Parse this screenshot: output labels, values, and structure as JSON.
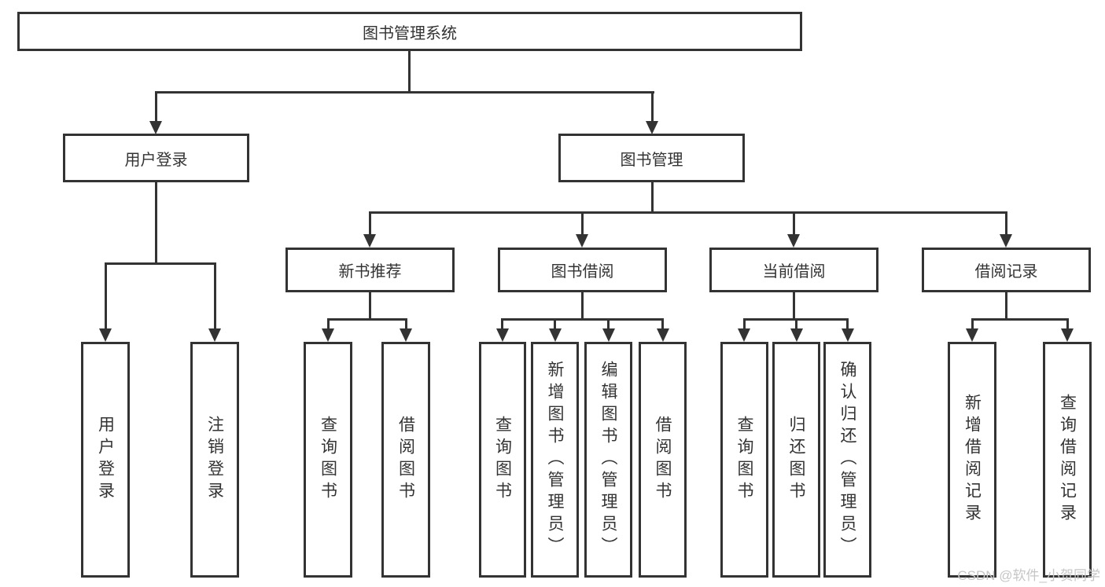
{
  "diagram": {
    "root": {
      "label": "图书管理系统"
    },
    "level2": [
      {
        "label": "用户登录"
      },
      {
        "label": "图书管理"
      }
    ],
    "level3": [
      {
        "label": "新书推荐"
      },
      {
        "label": "图书借阅"
      },
      {
        "label": "当前借阅"
      },
      {
        "label": "借阅记录"
      }
    ],
    "leaf_groups": [
      {
        "parent": "用户登录",
        "items": [
          "用户登录",
          "注销登录"
        ]
      },
      {
        "parent": "新书推荐",
        "items": [
          "查询图书",
          "借阅图书"
        ]
      },
      {
        "parent": "图书借阅",
        "items": [
          "查询图书",
          "新增图书（管理员）",
          "编辑图书（管理员）",
          "借阅图书"
        ]
      },
      {
        "parent": "当前借阅",
        "items": [
          "查询图书",
          "归还图书",
          "确认归还（管理员）"
        ]
      },
      {
        "parent": "借阅记录",
        "items": [
          "新增借阅记录",
          "查询借阅记录"
        ]
      }
    ]
  },
  "watermark": {
    "text": "CSDN @软件_小贺同学"
  },
  "colors": {
    "line": "#333333",
    "background": "#ffffff",
    "watermark": "#c6c6c6"
  }
}
